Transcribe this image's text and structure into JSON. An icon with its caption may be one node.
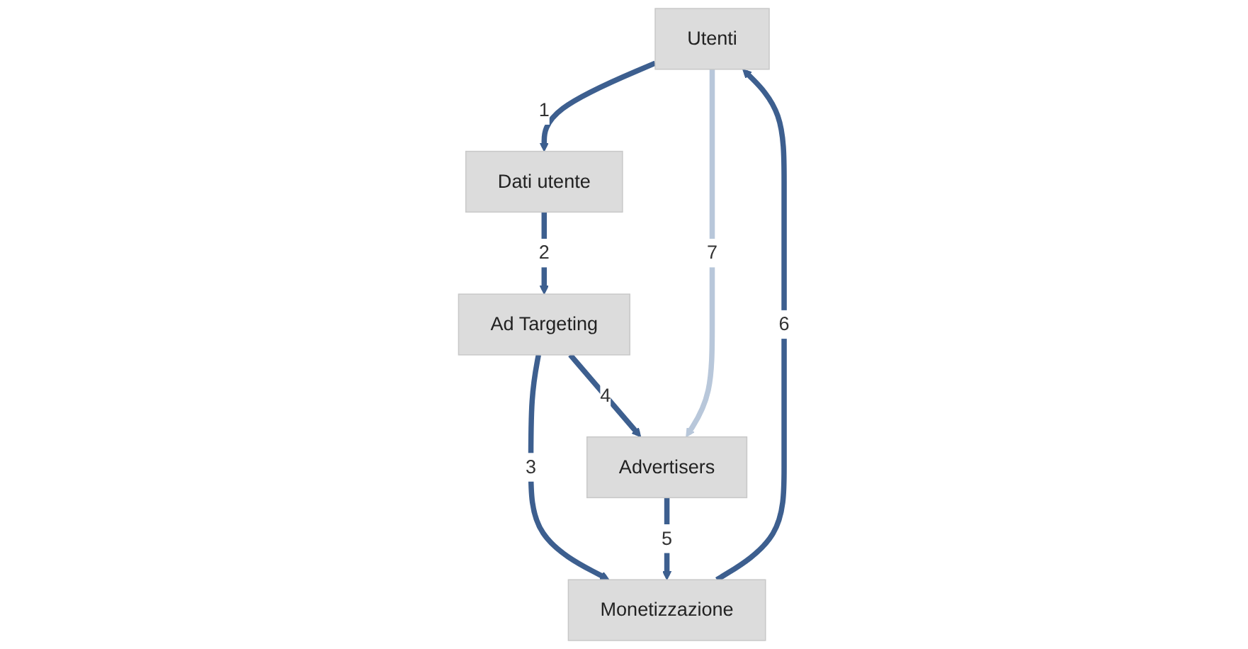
{
  "diagram": {
    "nodes": [
      {
        "text": [
          "Utenti"
        ]
      },
      {
        "text": [
          "Dati utente"
        ]
      },
      {
        "text": [
          "Ad Targeting"
        ]
      },
      {
        "text": [
          "Advertisers"
        ]
      },
      {
        "text": [
          "Monetizzazione"
        ]
      }
    ],
    "edges": [
      {
        "from": 0,
        "to": 1,
        "arrow": "to",
        "label": "1"
      },
      {
        "from": 1,
        "to": 2,
        "arrow": "to",
        "label": "2"
      },
      {
        "from": 2,
        "to": 4,
        "arrow": "to",
        "label": "3"
      },
      {
        "from": 2,
        "to": 3,
        "arrow": "to",
        "label": "4"
      },
      {
        "from": 3,
        "to": 4,
        "arrow": "to",
        "label": "5"
      },
      {
        "from": 4,
        "to": 0,
        "arrow": "to",
        "label": "6"
      },
      {
        "from": 0,
        "to": 3,
        "arrow": "to",
        "label": "7",
        "color": "#b8c7da"
      }
    ]
  }
}
